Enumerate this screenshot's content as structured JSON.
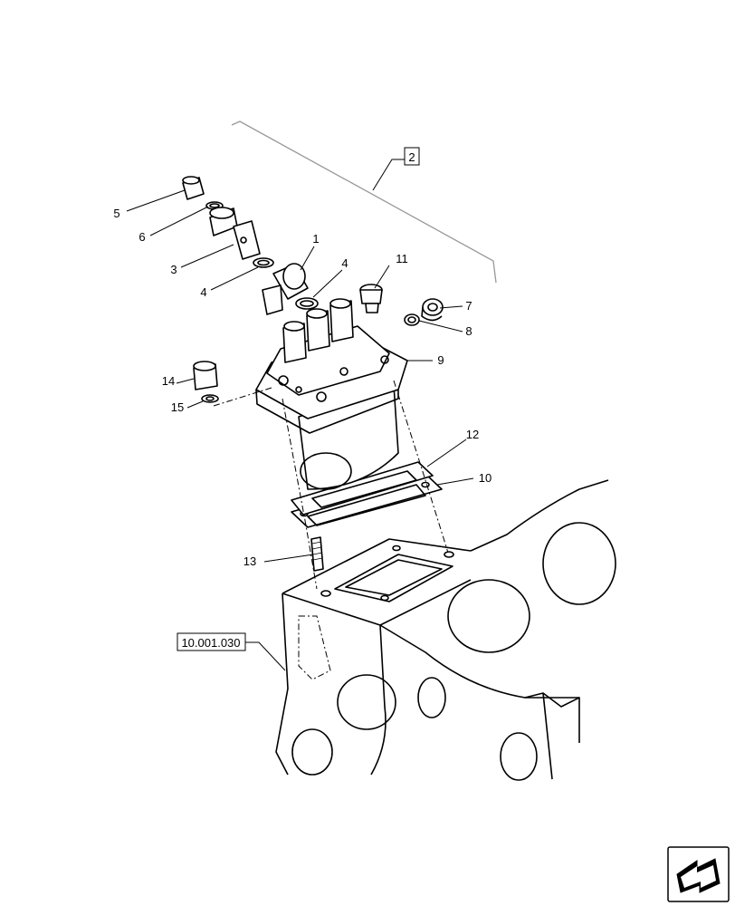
{
  "callouts": [
    {
      "id": "c1",
      "text": "1"
    },
    {
      "id": "c2",
      "text": "2"
    },
    {
      "id": "c3",
      "text": "3"
    },
    {
      "id": "c4a",
      "text": "4"
    },
    {
      "id": "c4b",
      "text": "4"
    },
    {
      "id": "c5",
      "text": "5"
    },
    {
      "id": "c6",
      "text": "6"
    },
    {
      "id": "c7",
      "text": "7"
    },
    {
      "id": "c8",
      "text": "8"
    },
    {
      "id": "c9",
      "text": "9"
    },
    {
      "id": "c10",
      "text": "10"
    },
    {
      "id": "c11",
      "text": "11"
    },
    {
      "id": "c12",
      "text": "12"
    },
    {
      "id": "c13",
      "text": "13"
    },
    {
      "id": "c14",
      "text": "14"
    },
    {
      "id": "c15",
      "text": "15"
    }
  ],
  "reference_box": {
    "text": "10.001.030"
  },
  "assembly_box": {
    "text": "2"
  },
  "nav_icon": "return-arrow-icon"
}
